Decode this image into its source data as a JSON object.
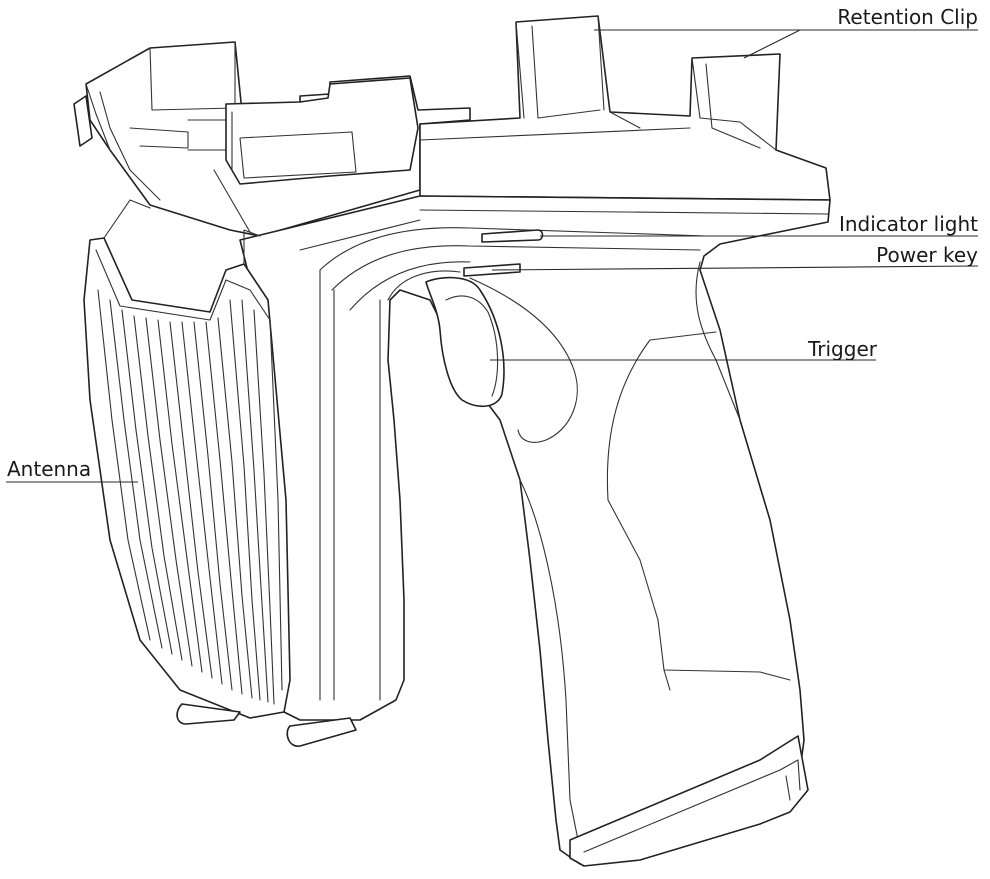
{
  "labels": {
    "retention_clip": "Retention Clip",
    "indicator_light": "Indicator light",
    "power_key": "Power key",
    "trigger": "Trigger",
    "antenna": "Antenna"
  },
  "colors": {
    "line": "#222222",
    "background": "#ffffff",
    "text": "#1a1a1a"
  }
}
